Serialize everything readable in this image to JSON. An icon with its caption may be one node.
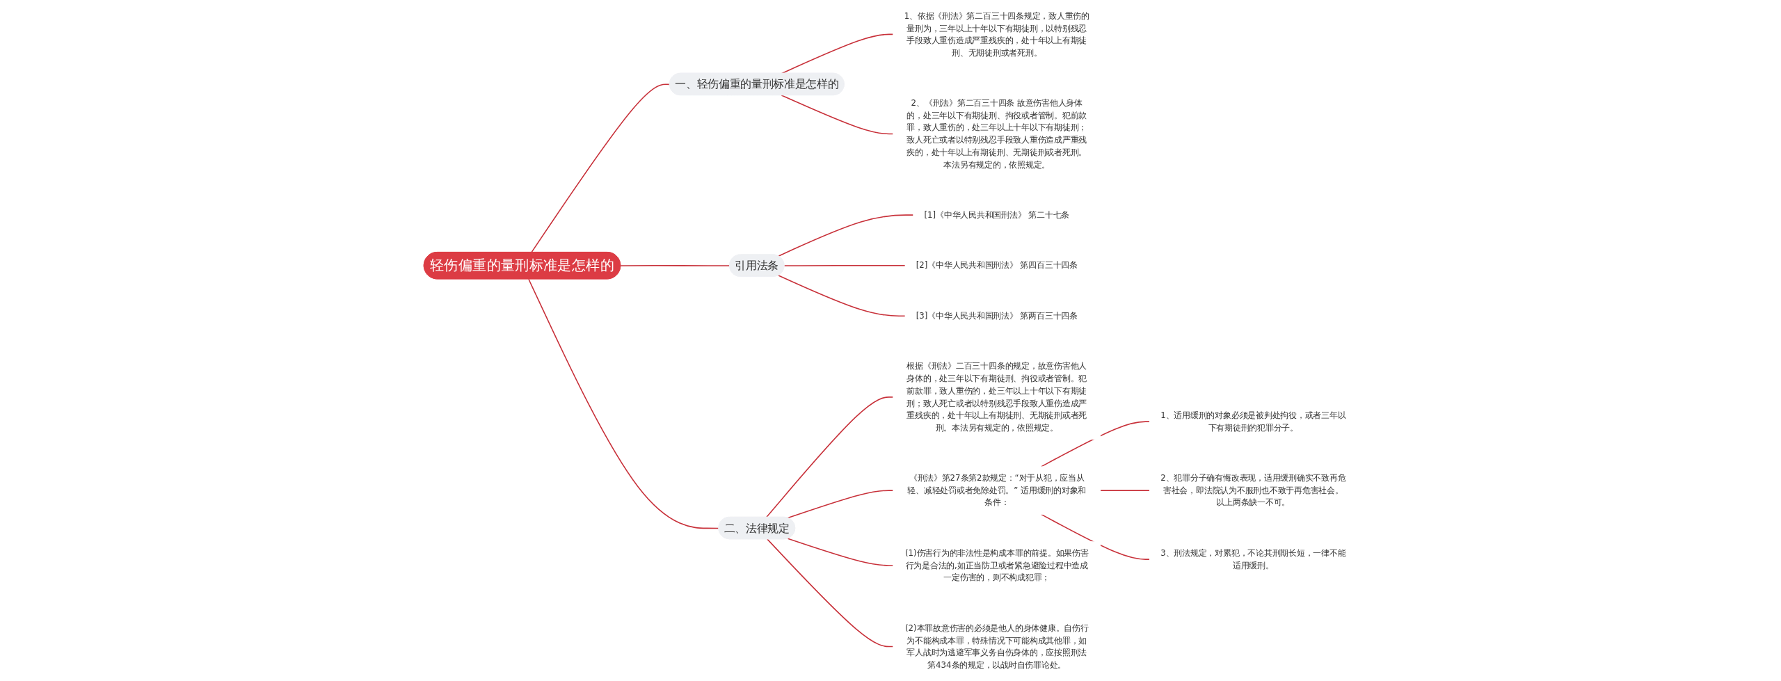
{
  "diagram": {
    "nodes": [
      {
        "text": [
          "轻伤偏重的量刑标准是怎样的"
        ]
      },
      {
        "text": [
          "一、轻伤偏重的量刑标准是怎样的"
        ]
      },
      {
        "text": [
          "1、依据《刑法》第二百三十四条规定，致人重伤的量刑为，三年以上十年以下有期徒刑，以特别残忍手段致人重伤造成严重残疾的，处十年以上有期徒刑、无期徒刑或者死刑。"
        ]
      },
      {
        "text": [
          "2、《刑法》第二百三十四条 故意伤害他人身体的，处三年以下有期徒刑、拘役或者管制。犯前款罪，致人重伤的，处三年以上十年以下有期徒刑；致人死亡或者以特别残忍手段致人重伤造成严重残疾的，处十年以上有期徒刑、无期徒刑或者死刑。本法另有规定的，依照规定。"
        ]
      },
      {
        "text": [
          "引用法条"
        ]
      },
      {
        "text": [
          "[1]《中华人民共和国刑法》 第二十七条"
        ]
      },
      {
        "text": [
          "[2]《中华人民共和国刑法》 第四百三十四条"
        ]
      },
      {
        "text": [
          "[3]《中华人民共和国刑法》 第两百三十四条"
        ]
      },
      {
        "text": [
          "二、法律规定"
        ]
      },
      {
        "text": [
          "根据《刑法》二百三十四条的规定，故意伤害他人身体的，处三年以下有期徒刑、拘役或者管制。犯前款罪，致人重伤的，处三年以上十年以下有期徒刑；致人死亡或者以特别残忍手段致人重伤造成严重残疾的，处十年以上有期徒刑、无期徒刑或者死刑。本法另有规定的，依照规定。"
        ]
      },
      {
        "text": [
          "《刑法》第27条第2款规定：“对于从犯，应当从轻、减轻处罚或者免除处罚。” 适用缓刑的对象和条件："
        ]
      },
      {
        "text": [
          "1、适用缓刑的对象必须是被判处拘役，或者三年以下有期徒刑的犯罪分子。"
        ]
      },
      {
        "text": [
          "2、犯罪分子确有悔改表现，适用缓刑确实不致再危害社会，即法院认为不服刑也不致于再危害社会。以上两条缺一不可。"
        ]
      },
      {
        "text": [
          "3、刑法规定，对累犯，不论其刑期长短，一律不能适用缓刑。"
        ]
      },
      {
        "text": [
          "(1)伤害行为的非法性是构成本罪的前提。如果伤害行为是合法的,如正当防卫或者紧急避险过程中造成一定伤害的，则不构成犯罪；"
        ]
      },
      {
        "text": [
          "(2)本罪故意伤害的必须是他人的身体健康。自伤行为不能构成本罪，特殊情况下可能构成其他罪，如军人战时为逃避军事义务自伤身体的，应按照刑法第434条的规定，以战时自伤罪论处。"
        ]
      }
    ],
    "edges": [
      {
        "from": 0,
        "to": 1,
        "arrow": "none"
      },
      {
        "from": 1,
        "to": 2,
        "arrow": "none"
      },
      {
        "from": 1,
        "to": 3,
        "arrow": "none"
      },
      {
        "from": 0,
        "to": 4,
        "arrow": "none"
      },
      {
        "from": 4,
        "to": 5,
        "arrow": "none"
      },
      {
        "from": 4,
        "to": 6,
        "arrow": "none"
      },
      {
        "from": 4,
        "to": 7,
        "arrow": "none"
      },
      {
        "from": 0,
        "to": 8,
        "arrow": "none"
      },
      {
        "from": 8,
        "to": 9,
        "arrow": "none"
      },
      {
        "from": 8,
        "to": 10,
        "arrow": "none"
      },
      {
        "from": 10,
        "to": 11,
        "arrow": "none"
      },
      {
        "from": 10,
        "to": 12,
        "arrow": "none"
      },
      {
        "from": 10,
        "to": 13,
        "arrow": "none"
      },
      {
        "from": 8,
        "to": 14,
        "arrow": "none"
      },
      {
        "from": 8,
        "to": 15,
        "arrow": "none"
      }
    ]
  }
}
